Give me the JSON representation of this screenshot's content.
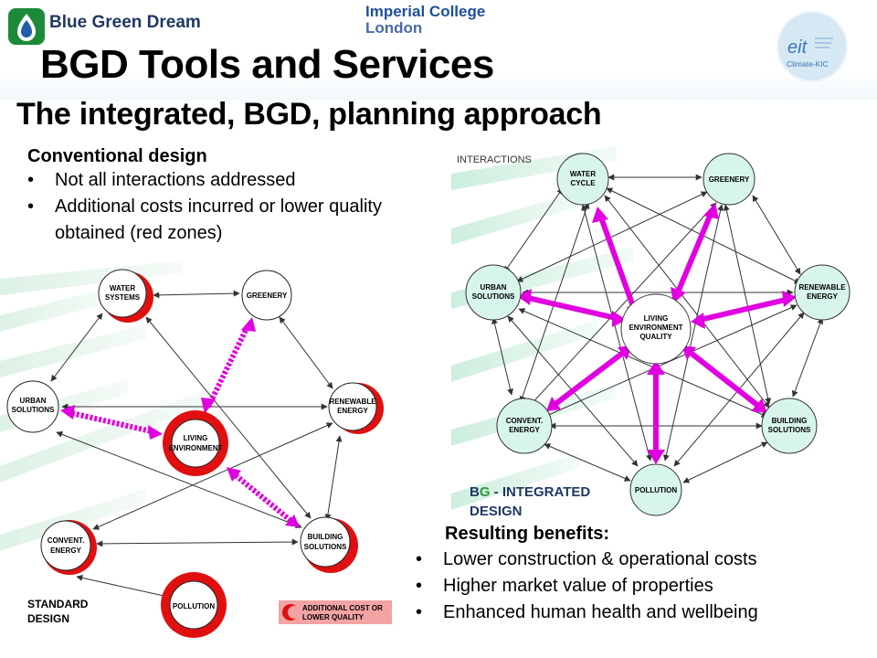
{
  "header": {
    "logo_text": "Blue Green Dream",
    "imperial_line1": "Imperial College",
    "imperial_line2": "London",
    "eit_line1": "eit",
    "eit_line2": "Climate-KIC",
    "title": "BGD Tools and Services",
    "subtitle": "The integrated, BGD, planning approach"
  },
  "conventional": {
    "heading": "Conventional design",
    "bullets": [
      "Not all interactions addressed",
      "Additional costs incurred or lower quality obtained (red zones)"
    ]
  },
  "standard_diagram": {
    "caption_line1": "STANDARD",
    "caption_line2": "DESIGN",
    "legend_line1": "ADDITIONAL COST OR",
    "legend_line2": "LOWER QUALITY",
    "nodes": {
      "water": [
        "WATER",
        "SYSTEMS"
      ],
      "greenery": [
        "GREENERY"
      ],
      "urban": [
        "URBAN",
        "SOLUTIONS"
      ],
      "renewable": [
        "RENEWABLE",
        "ENERGY"
      ],
      "living": [
        "LIVING",
        "ENVIRONMENT"
      ],
      "convent": [
        "CONVENT.",
        "ENERGY"
      ],
      "building": [
        "BUILDING",
        "SOLUTIONS"
      ],
      "pollution": [
        "POLLUTION"
      ]
    }
  },
  "integrated_diagram": {
    "header": "INTERACTIONS",
    "caption_bg_b": "B",
    "caption_bg_g": "G",
    "caption_rest": " - INTEGRATED",
    "caption_line2": "DESIGN",
    "nodes": {
      "water": [
        "WATER",
        "CYCLE"
      ],
      "greenery": [
        "GREENERY"
      ],
      "urban": [
        "URBAN",
        "SOLUTIONS"
      ],
      "renewable": [
        "RENEWABLE",
        "ENERGY"
      ],
      "center": [
        "LIVING",
        "ENVIRONMENT",
        "QUALITY"
      ],
      "convent": [
        "CONVENT.",
        "ENERGY"
      ],
      "building": [
        "BUILDING",
        "SOLUTIONS"
      ],
      "pollution": [
        "POLLUTION"
      ]
    }
  },
  "benefits": {
    "heading": "Resulting benefits:",
    "bullets": [
      "Lower construction & operational costs",
      "Higher market value of properties",
      "Enhanced human health and wellbeing"
    ]
  },
  "colors": {
    "red_zone": "#e01010",
    "magenta_arrow": "#e000e0",
    "integrated_node": "#d8f5ec",
    "bgd_green": "#2e9a3a",
    "bgd_blue": "#1f3864"
  }
}
